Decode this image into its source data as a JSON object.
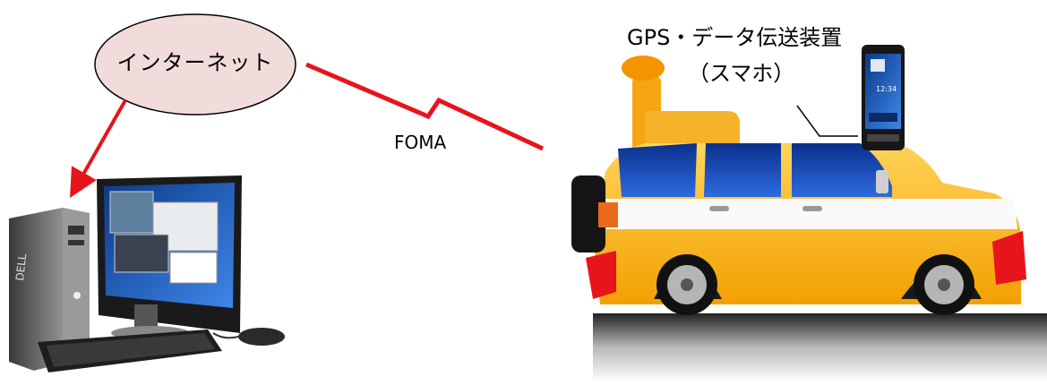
{
  "internet": {
    "label": "インターネット"
  },
  "link": {
    "label": "FOMA"
  },
  "device": {
    "title": "GPS・データ伝送装置",
    "subtitle": "（スマホ）"
  },
  "pc_brand": "DELL",
  "phone": {
    "clock": "12:34"
  },
  "colors": {
    "arrow": "#e8141c",
    "cloud_fill": "#f2dcdb",
    "car_body": "#f7b000",
    "car_glass": "#0a3fa8",
    "beacon": "#f39400"
  }
}
